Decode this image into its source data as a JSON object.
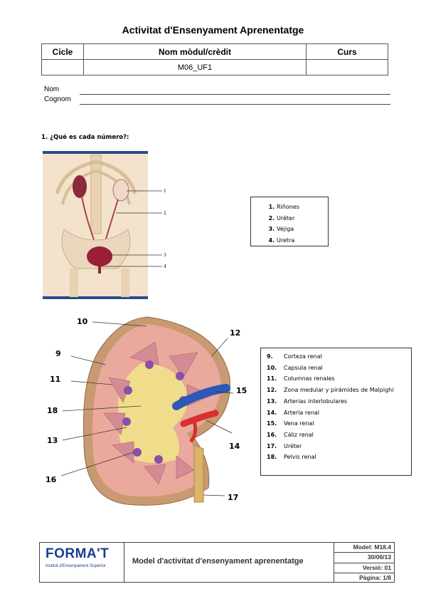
{
  "header": {
    "title": "Activitat d'Ensenyament Aprenentatge",
    "col_cicle": "Cicle",
    "col_modul": "Nom mòdul/crèdit",
    "col_curs": "Curs",
    "cicle_value": "",
    "modul_value": "M06_UF1",
    "curs_value": ""
  },
  "student": {
    "nom_label": "Nom",
    "cognom_label": "Cognom"
  },
  "question": "1. ¿Qué es cada número?:",
  "figure1": {
    "numbers": [
      "1",
      "2",
      "3",
      "4"
    ],
    "answers": [
      "Riñones",
      "Uréter",
      "Vejiga",
      "Uretra"
    ]
  },
  "figure2": {
    "numbers": [
      "10",
      "12",
      "9",
      "11",
      "15",
      "18",
      "13",
      "14",
      "16",
      "17"
    ],
    "answers": [
      {
        "n": "9.",
        "t": "Corteza renal"
      },
      {
        "n": "10.",
        "t": "Capsula renal"
      },
      {
        "n": "11.",
        "t": "Columnas renales"
      },
      {
        "n": "12.",
        "t": "Zona medular y pirámides de Malpighi"
      },
      {
        "n": "13.",
        "t": "Arterias interlobulares"
      },
      {
        "n": "14.",
        "t": "Arteria renal"
      },
      {
        "n": "15.",
        "t": "Vena renal"
      },
      {
        "n": "16.",
        "t": "Cáliz renal"
      },
      {
        "n": "17.",
        "t": "Uréter"
      },
      {
        "n": "18.",
        "t": "Pelvis renal"
      }
    ]
  },
  "footer": {
    "logo": "FORMA'T",
    "logo_sub": "Institut d'Ensenyament Superior",
    "title": "Model d'activitat d'ensenyament aprenentatge",
    "model": "Model: M18.4",
    "date": "30/06/13",
    "version": "Versió: 01",
    "page": "Pàgina: 1/8"
  },
  "colors": {
    "logo_blue": "#1a3e8f"
  }
}
